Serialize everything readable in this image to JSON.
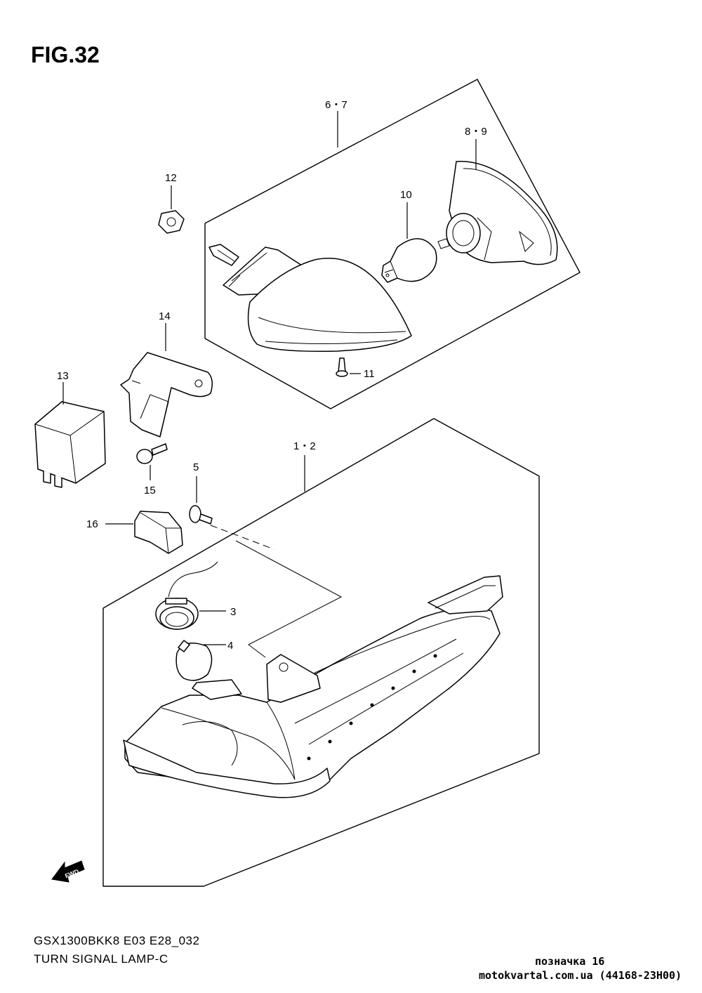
{
  "figure": {
    "title": "FIG.32"
  },
  "callouts": {
    "c67": "6・7",
    "c89": "8・9",
    "c10": "10",
    "c11": "11",
    "c12": "12",
    "c13": "13",
    "c14": "14",
    "c15": "15",
    "c16": "16",
    "c12b": "1・2",
    "c5": "5",
    "c3": "3",
    "c4": "4"
  },
  "fwd": {
    "label": "FWD"
  },
  "footer": {
    "model_code": "GSX1300BKK8 E03 E28_032",
    "part_name": "TURN SIGNAL LAMP-C",
    "mark": "позначка 16",
    "site": "motokvartal.com.ua (44168-23H00)"
  }
}
